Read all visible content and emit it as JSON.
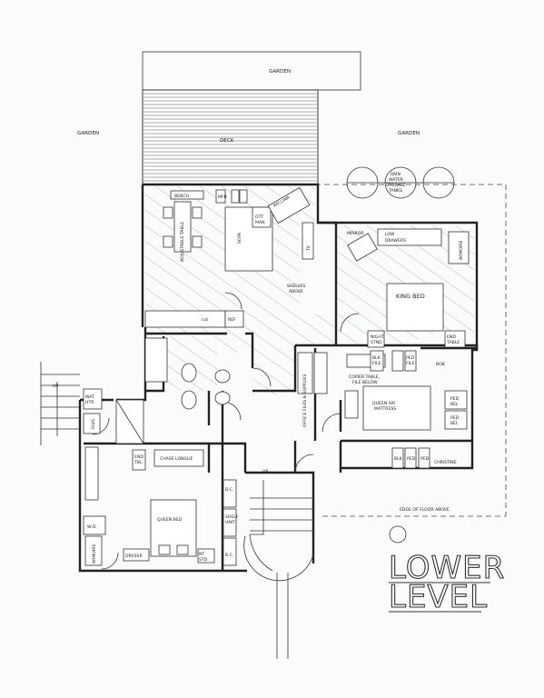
{
  "title": {
    "line1": "LOWER",
    "line2": "LEVEL"
  },
  "labels": {
    "garden_top": "GARDEN",
    "garden_left": "GARDEN",
    "garden_right": "GARDEN",
    "deck": "DECK",
    "rain_tanks": [
      "RAIN",
      "WATER",
      "STORAGE",
      "TANKS"
    ],
    "bench": "BENCH",
    "adjustable_table": "ADJUSTABLE TABLE",
    "sofa": "SOFA",
    "ottoman": [
      "OTT",
      "MAN"
    ],
    "recliner": "RECLINR",
    "mfr": "MFR",
    "tv": "TV",
    "shelves_above": [
      "SHELVES",
      "ABOVE"
    ],
    "ref": "REF",
    "mirror": "MIRROR",
    "low_drawers": [
      "LOW",
      "DRAWERS"
    ],
    "armoire": "ARMOIRE",
    "king_bed": "KING BED",
    "night_stnd": [
      "NIGHT",
      "STND"
    ],
    "end_table": [
      "END",
      "TABLE"
    ],
    "blk_file": [
      "BLK",
      "FILE"
    ],
    "ped_file": [
      "PED",
      "FILE"
    ],
    "bob": "BOB",
    "copier_table": [
      "COPIER TABLE,",
      "FILE BELOW"
    ],
    "office_files": "OFFICE FILES & SUPPLIES",
    "queen_air": [
      "QUEEN AIR",
      "MATTRESS"
    ],
    "ped_bel": [
      "PED",
      "BEL"
    ],
    "christine": "CHRISTINE",
    "up": "UP",
    "wat_htr": [
      "WAT",
      "HTR"
    ],
    "elvs": "ELVS",
    "end_tbl": [
      "END",
      "TBL"
    ],
    "chase_longue": "CHASE LONGUE",
    "queen_bed": "QUEEN BED",
    "w_d": "W-D",
    "armoire_bed": "ARMOIRE",
    "dresser": "DRESSR",
    "nt_std": [
      "NT",
      "STD"
    ],
    "bc": "B.C.",
    "shelf_unit": [
      "SHELF",
      "UNIT"
    ],
    "edge_floor": "EDGE OF FLOOR ABOVE",
    "up_stair": "UP",
    "cut_board": "cut"
  }
}
